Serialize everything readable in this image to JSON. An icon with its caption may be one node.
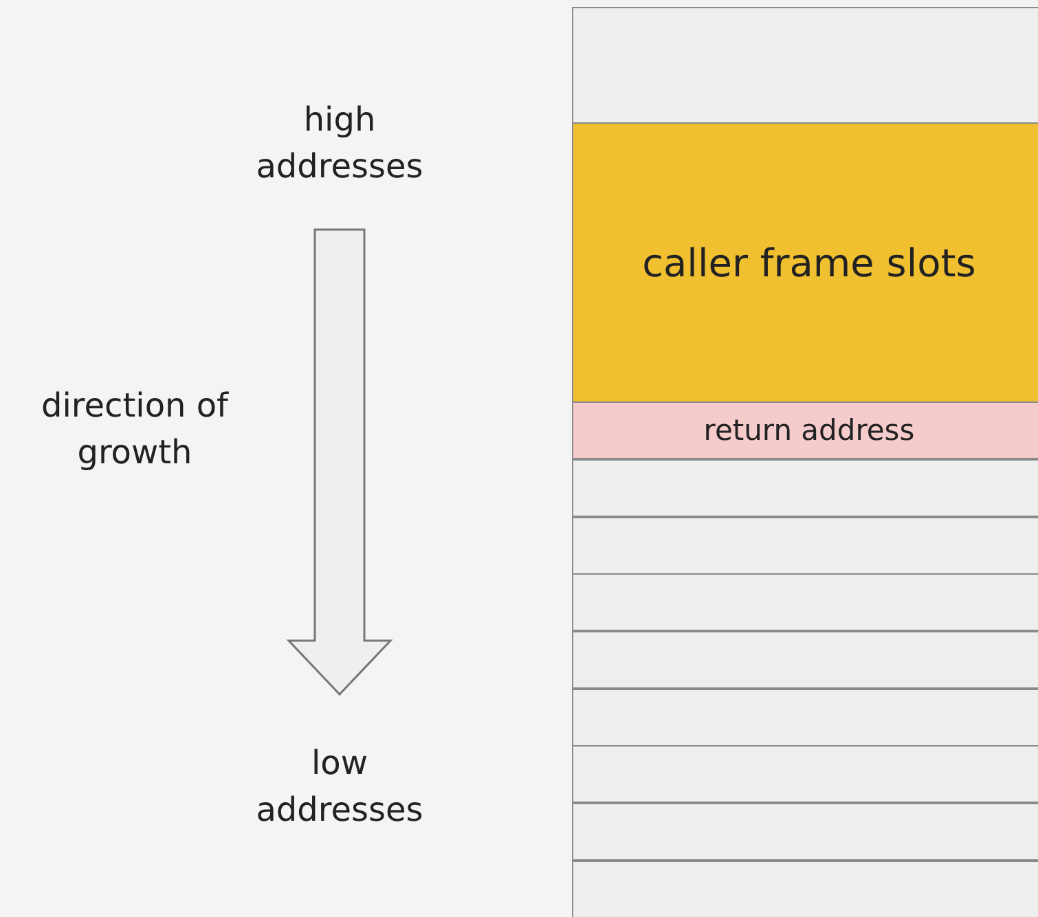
{
  "diagram": {
    "nodes": [
      {
        "text": [],
        "shape": "box"
      },
      {
        "text": [
          "caller frame slots"
        ]
      },
      {
        "text": [
          "return address"
        ]
      },
      {
        "text": [],
        "shape": "box"
      },
      {
        "text": [],
        "shape": "box"
      },
      {
        "text": [],
        "shape": "box"
      },
      {
        "text": [],
        "shape": "box"
      },
      {
        "text": [],
        "shape": "box"
      },
      {
        "text": [],
        "shape": "box"
      },
      {
        "text": [],
        "shape": "box"
      },
      {
        "text": [],
        "shape": "box"
      }
    ],
    "labels": [
      "high addresses",
      "direction of growth",
      "low addresses"
    ]
  }
}
